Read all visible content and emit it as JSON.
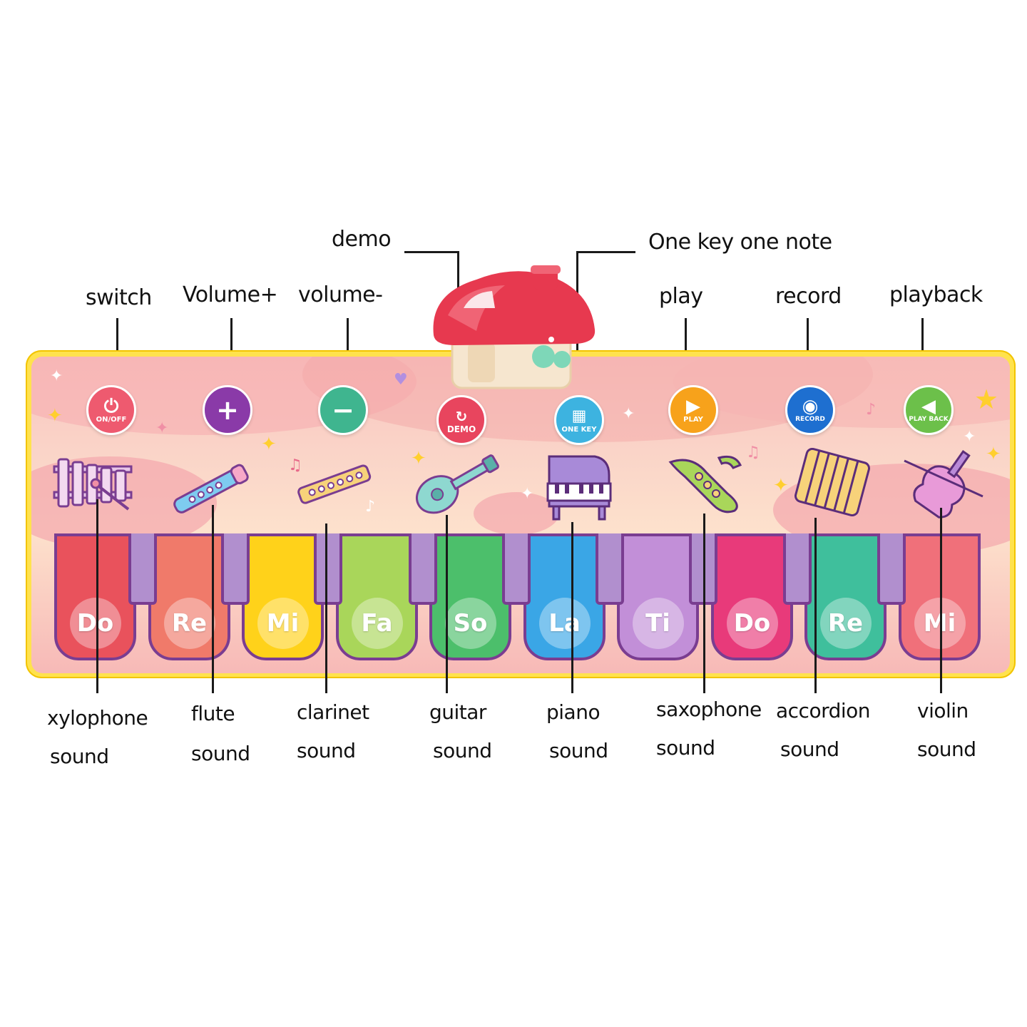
{
  "top_labels": {
    "demo": "demo",
    "one_key": "One key one note",
    "switch": "switch",
    "volume_up": "Volume+",
    "volume_down": "volume-",
    "play": "play",
    "record": "record",
    "playback": "playback"
  },
  "buttons": {
    "switch": {
      "text": "ON/OFF",
      "icon": "power-icon",
      "color": "#ee5a6f"
    },
    "volume_up": {
      "text": "",
      "icon": "plus-icon",
      "color": "#8a3aa8"
    },
    "volume_down": {
      "text": "",
      "icon": "minus-icon",
      "color": "#3fb58f"
    },
    "demo": {
      "text": "DEMO",
      "icon": "demo-icon",
      "color": "#e8455e"
    },
    "one_key": {
      "text": "ONE KEY",
      "icon": "grid-icon",
      "color": "#3db3e0"
    },
    "play": {
      "text": "PLAY",
      "icon": "play-icon",
      "color": "#f7a21b"
    },
    "record": {
      "text": "RECORD",
      "icon": "record-disc-icon",
      "color": "#1e6fd0"
    },
    "playback": {
      "text": "PLAY BACK",
      "icon": "playback-icon",
      "color": "#6cc04a"
    }
  },
  "keys": [
    {
      "note": "Do",
      "color": "#e9525c"
    },
    {
      "note": "Re",
      "color": "#f07a6a"
    },
    {
      "note": "Mi",
      "color": "#ffd21a"
    },
    {
      "note": "Fa",
      "color": "#a9d65a"
    },
    {
      "note": "So",
      "color": "#4cbf6b"
    },
    {
      "note": "La",
      "color": "#3aa6e6"
    },
    {
      "note": "Ti",
      "color": "#c28fd8"
    },
    {
      "note": "Do",
      "color": "#e83a7a"
    },
    {
      "note": "Re",
      "color": "#3fbf9c"
    },
    {
      "note": "Mi",
      "color": "#f0707a"
    }
  ],
  "bottom_labels": {
    "xylophone": {
      "l1": "xylophone",
      "l2": "sound"
    },
    "flute": {
      "l1": "flute",
      "l2": "sound"
    },
    "clarinet": {
      "l1": "clarinet",
      "l2": "sound"
    },
    "guitar": {
      "l1": "guitar",
      "l2": "sound"
    },
    "piano": {
      "l1": "piano",
      "l2": "sound"
    },
    "saxophone": {
      "l1": "saxophone",
      "l2": "sound"
    },
    "accordion": {
      "l1": "accordion",
      "l2": "sound"
    },
    "violin": {
      "l1": "violin",
      "l2": "sound"
    }
  },
  "colors": {
    "mat_border": "#ffe24d",
    "key_outline": "#7a3d91",
    "black_key": "#b18fce"
  }
}
